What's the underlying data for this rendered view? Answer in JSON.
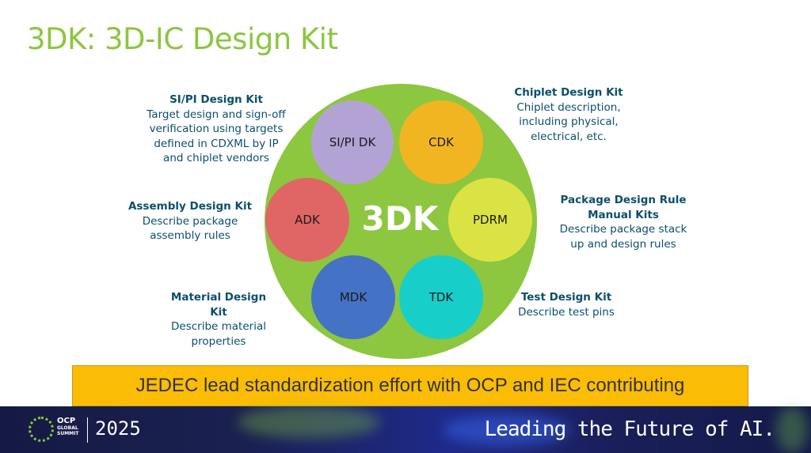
{
  "title": "3DK: 3D-IC Design Kit",
  "center_label": "3DK",
  "kits": [
    {
      "short": "SI/PI DK",
      "color": "#b3a3d4",
      "heading": "SI/PI Design Kit",
      "description": "Target design and sign-off verification using targets defined in CDXML by IP and chiplet vendors"
    },
    {
      "short": "CDK",
      "color": "#f2b522",
      "heading": "Chiplet Design Kit",
      "description": "Chiplet description, including physical, electrical, etc."
    },
    {
      "short": "ADK",
      "color": "#e06666",
      "heading": "Assembly Design Kit",
      "description": "Describe package assembly rules"
    },
    {
      "short": "PDRM",
      "color": "#dbe344",
      "heading": "Package Design Rule Manual Kits",
      "description": "Describe package stack up and design rules"
    },
    {
      "short": "MDK",
      "color": "#4472c4",
      "heading": "Material Design Kit",
      "description": "Describe material properties"
    },
    {
      "short": "TDK",
      "color": "#17cfc8",
      "heading": "Test Design Kit",
      "description": "Describe test pins"
    }
  ],
  "banner": "JEDEC lead standardization effort with OCP and IEC contributing",
  "footer": {
    "logo_lines": [
      "OCP",
      "GLOBAL",
      "SUMMIT"
    ],
    "year": "2025",
    "slogan": "Leading the Future of AI."
  }
}
